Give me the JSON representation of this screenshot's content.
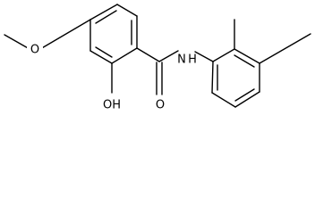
{
  "molecule": {
    "atom_labels": {
      "methoxy_oxygen": "O",
      "hydroxyl": "OH",
      "carbonyl_oxygen": "O",
      "amide_nitrogen": "N",
      "amide_hydrogen": "H"
    }
  },
  "colors": {
    "bond": "#000000",
    "background": "#ffffff"
  }
}
